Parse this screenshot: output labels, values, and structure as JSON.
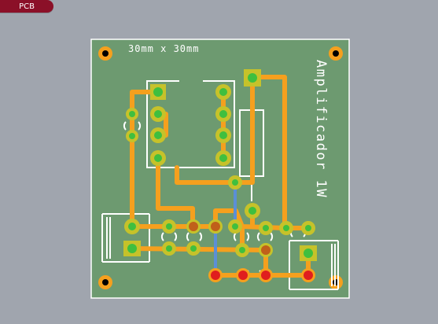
{
  "tab": {
    "label": "PCB"
  },
  "board": {
    "dimensions_label": "30mm x 30mm",
    "title_label": "Amplificador 1W"
  },
  "colors": {
    "background": "#a0a5ae",
    "board": "#6d9a70",
    "trace": "#f5a01e",
    "pad_ring": "#c6c22a",
    "pad_center": "#3fbf3f",
    "bottom_pad": "#e01e1e",
    "wire": "#5b8fd6",
    "silkscreen": "#ffffff",
    "tab": "#8b1028"
  }
}
